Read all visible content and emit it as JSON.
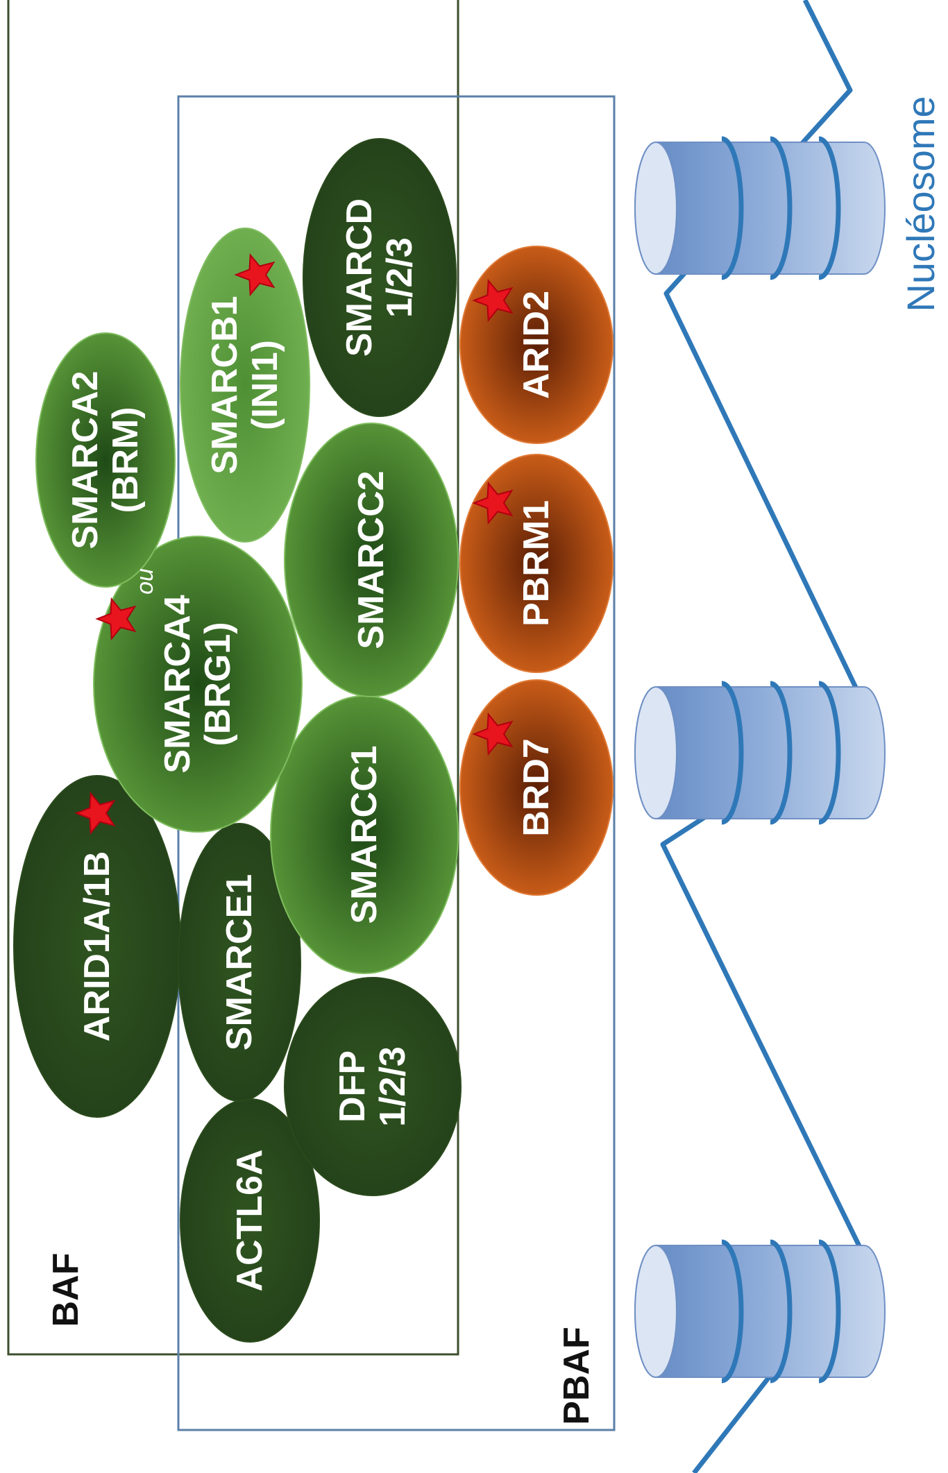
{
  "complexes": {
    "baf": {
      "label": "BAF",
      "border_color": "#3c4f2e"
    },
    "pbaf": {
      "label": "PBAF",
      "border_color": "#5b7fa8"
    }
  },
  "connector": {
    "label": "ou"
  },
  "nucleosome": {
    "label": "Nucléosome",
    "color": "#2f78b8"
  },
  "colors": {
    "dark_green": "#2a4a1c",
    "mid_green": "#4f8a32",
    "light_green": "#6aa84f",
    "orange": "#c05a0c",
    "star": "#e8141e"
  },
  "subunits": [
    {
      "id": "actl6a",
      "lines": [
        "ACTL6A"
      ],
      "color": "dark_green",
      "mutated": false
    },
    {
      "id": "arid1a-1b",
      "lines": [
        "ARID1A/1B"
      ],
      "color": "dark_green",
      "mutated": true
    },
    {
      "id": "smarce1",
      "lines": [
        "SMARCE1"
      ],
      "color": "dark_green",
      "mutated": false
    },
    {
      "id": "dfp",
      "lines": [
        "DFP",
        "1/2/3"
      ],
      "color": "dark_green",
      "mutated": false
    },
    {
      "id": "smarcc1",
      "lines": [
        "SMARCC1"
      ],
      "color": "mid_green",
      "mutated": false
    },
    {
      "id": "smarca4",
      "lines": [
        "SMARCA4",
        "(BRG1)"
      ],
      "color": "mid_green",
      "mutated": true
    },
    {
      "id": "smarca2",
      "lines": [
        "SMARCA2",
        "(BRM)"
      ],
      "color": "mid_green",
      "mutated": false
    },
    {
      "id": "smarcc2",
      "lines": [
        "SMARCC2"
      ],
      "color": "mid_green",
      "mutated": false
    },
    {
      "id": "smarcb1",
      "lines": [
        "SMARCB1",
        "(INI1)"
      ],
      "color": "light_green",
      "mutated": true
    },
    {
      "id": "smarcd",
      "lines": [
        "SMARCD",
        "1/2/3"
      ],
      "color": "dark_green",
      "mutated": false
    },
    {
      "id": "brd7",
      "lines": [
        "BRD7"
      ],
      "color": "orange",
      "mutated": true
    },
    {
      "id": "pbrm1",
      "lines": [
        "PBRM1"
      ],
      "color": "orange",
      "mutated": true
    },
    {
      "id": "arid2",
      "lines": [
        "ARID2"
      ],
      "color": "orange",
      "mutated": true
    }
  ]
}
